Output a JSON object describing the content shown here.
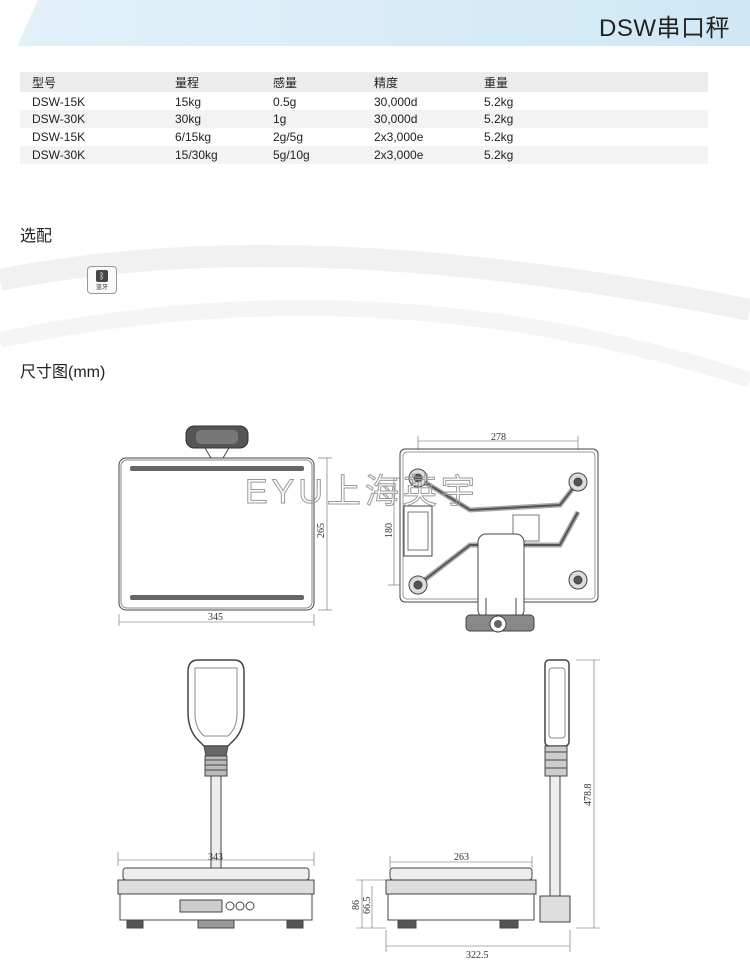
{
  "header": {
    "title": "DSW串口秤"
  },
  "spec_table": {
    "columns": [
      "型号",
      "量程",
      "感量",
      "精度",
      "重量"
    ],
    "rows": [
      [
        "DSW-15K",
        "15kg",
        "0.5g",
        "30,000d",
        "5.2kg"
      ],
      [
        "DSW-30K",
        "30kg",
        "1g",
        "30,000d",
        "5.2kg"
      ],
      [
        "DSW-15K",
        "6/15kg",
        "2g/5g",
        "2x3,000e",
        "5.2kg"
      ],
      [
        "DSW-30K",
        "15/30kg",
        "5g/10g",
        "2x3,000e",
        "5.2kg"
      ]
    ]
  },
  "options": {
    "title": "选配",
    "items": [
      {
        "icon": "bluetooth-icon",
        "label": "蓝牙"
      }
    ]
  },
  "dimensions": {
    "title": "尺寸图(mm)",
    "top_view": {
      "width": "345",
      "depth": "265"
    },
    "bottom_view": {
      "width": "278",
      "depth": "180"
    },
    "front_view": {
      "width": "343"
    },
    "side_view": {
      "depth_top": "263",
      "depth_base": "322.5",
      "height_total": "478.8",
      "height_platform": "86",
      "height_inner": "66.5"
    }
  },
  "watermark": "EYU上海英宇"
}
